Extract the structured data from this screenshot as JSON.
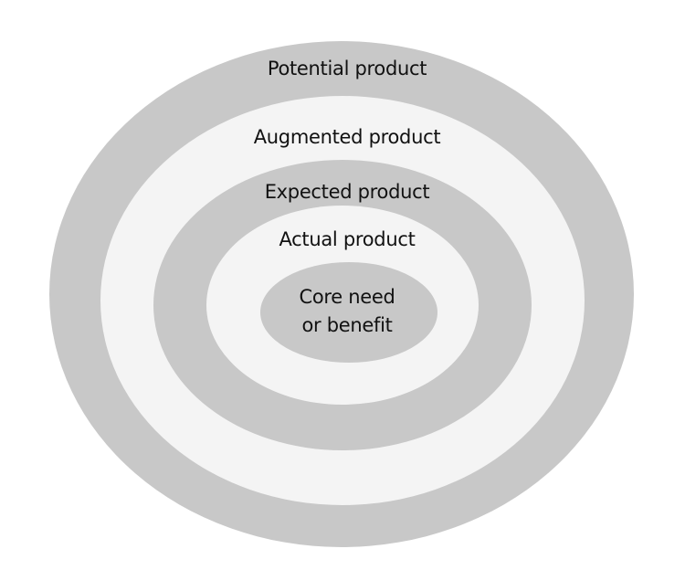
{
  "colors": {
    "ring_dark": "#c8c8c8",
    "ring_light": "#f4f4f4",
    "text": "#111111"
  },
  "layers": [
    {
      "label": "Potential product"
    },
    {
      "label": "Augmented product"
    },
    {
      "label": "Expected product"
    },
    {
      "label": "Actual product"
    },
    {
      "label_line1": "Core need",
      "label_line2": "or benefit"
    }
  ]
}
